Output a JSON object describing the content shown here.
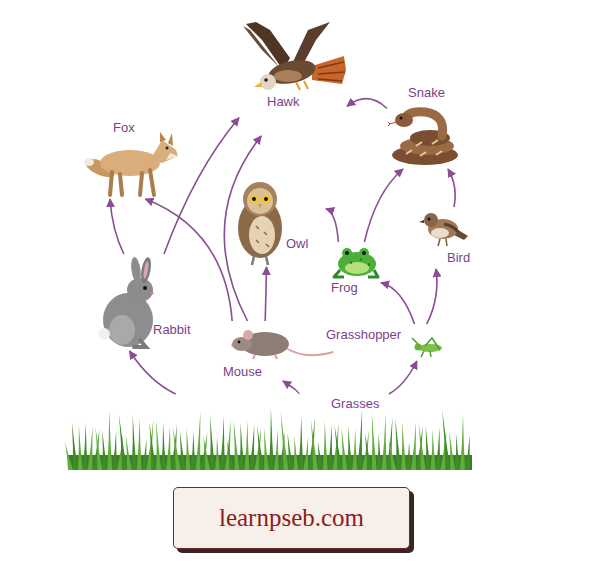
{
  "diagram": {
    "nodes": [
      {
        "text": [
          "Hawk"
        ]
      },
      {
        "text": [
          "Fox"
        ]
      },
      {
        "text": [
          "Snake"
        ]
      },
      {
        "text": [
          "Owl"
        ]
      },
      {
        "text": [
          "Frog"
        ]
      },
      {
        "text": [
          "Bird"
        ]
      },
      {
        "text": [
          "Rabbit"
        ]
      },
      {
        "text": [
          "Grasshopper"
        ]
      },
      {
        "text": [
          "Mouse"
        ]
      },
      {
        "text": [
          "Grasses"
        ]
      },
      {
        "text": [
          "learnpseb.com"
        ]
      }
    ],
    "edges": [
      {
        "from": 9,
        "to": 6,
        "arrow": "to"
      },
      {
        "from": 9,
        "to": 8,
        "arrow": "to"
      },
      {
        "from": 9,
        "to": 7,
        "arrow": "to"
      },
      {
        "from": 6,
        "to": 1,
        "arrow": "to"
      },
      {
        "from": 6,
        "to": 0,
        "arrow": "to"
      },
      {
        "from": 8,
        "to": 1,
        "arrow": "to"
      },
      {
        "from": 8,
        "to": 0,
        "arrow": "to"
      },
      {
        "from": 8,
        "to": 3,
        "arrow": "to"
      },
      {
        "from": 7,
        "to": 4,
        "arrow": "to"
      },
      {
        "from": 7,
        "to": 5,
        "arrow": "to"
      },
      {
        "from": 4,
        "to": 3,
        "arrow": "to"
      },
      {
        "from": 4,
        "to": 2,
        "arrow": "to"
      },
      {
        "from": 5,
        "to": 2,
        "arrow": "to"
      },
      {
        "from": 2,
        "to": 0,
        "arrow": "to"
      }
    ]
  }
}
